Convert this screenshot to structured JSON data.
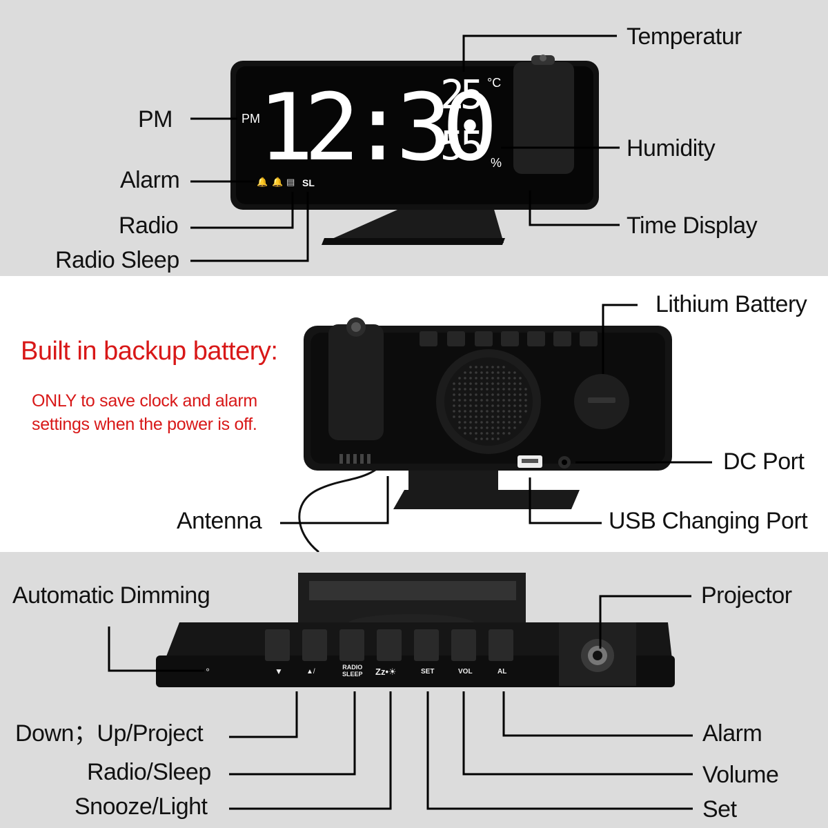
{
  "panel_top": {
    "display": {
      "time": "12:30",
      "period": "PM",
      "temperature": "25",
      "temp_unit": "°C",
      "humidity": "55",
      "humidity_unit": "%",
      "sleep_indicator": "SL"
    },
    "labels": {
      "temperature": "Temperatur",
      "pm": "PM",
      "humidity": "Humidity",
      "alarm": "Alarm",
      "radio": "Radio",
      "time_display": "Time Display",
      "radio_sleep": "Radio Sleep"
    }
  },
  "panel_middle": {
    "title": "Built in backup battery:",
    "note": "ONLY to save clock and alarm settings when the power is off.",
    "labels": {
      "lithium_battery": "Lithium Battery",
      "dc_port": "DC Port",
      "antenna": "Antenna",
      "usb_port": "USB Changing Port"
    },
    "colors": {
      "accent": "#d81818"
    }
  },
  "panel_bottom": {
    "buttons": {
      "down": "▼",
      "up": "▲/",
      "radio_sleep_top": "RADIO",
      "radio_sleep_bottom": "SLEEP",
      "snooze": "Zz•",
      "set": "SET",
      "vol": "VOL",
      "al": "AL"
    },
    "labels": {
      "auto_dimming": "Automatic Dimming",
      "projector": "Projector",
      "down_up": "Down；Up/Project",
      "radio_sleep": "Radio/Sleep",
      "snooze_light": "Snooze/Light",
      "alarm": "Alarm",
      "volume": "Volume",
      "set": "Set"
    }
  }
}
